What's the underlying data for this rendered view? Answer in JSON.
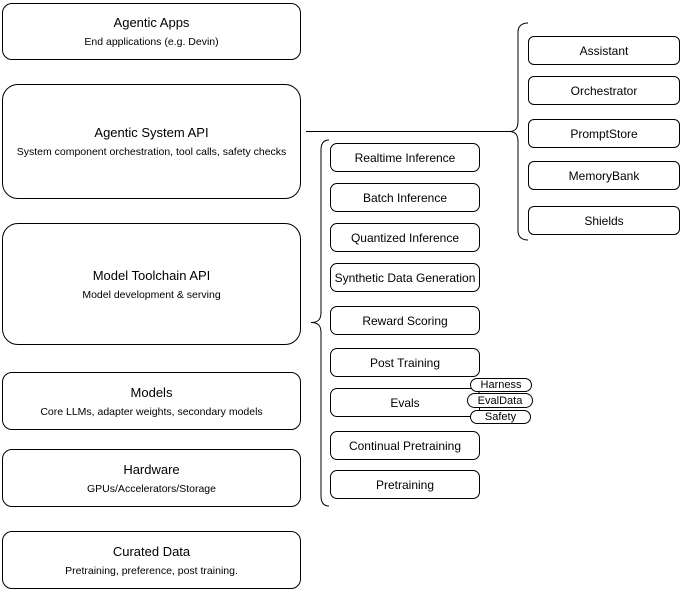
{
  "left": [
    {
      "title": "Agentic Apps",
      "subtitle": "End applications (e.g. Devin)"
    },
    {
      "title": "Agentic System API",
      "subtitle": "System component orchestration, tool calls, safety checks"
    },
    {
      "title": "Model Toolchain API",
      "subtitle": "Model development & serving"
    },
    {
      "title": "Models",
      "subtitle": "Core LLMs, adapter weights, secondary models"
    },
    {
      "title": "Hardware",
      "subtitle": "GPUs/Accelerators/Storage"
    },
    {
      "title": "Curated Data",
      "subtitle": "Pretraining, preference, post training."
    }
  ],
  "toolchain_components": [
    "Realtime Inference",
    "Batch Inference",
    "Quantized Inference",
    "Synthetic Data Generation",
    "Reward Scoring",
    "Post Training",
    "Evals",
    "Continual Pretraining",
    "Pretraining"
  ],
  "eval_tags": [
    "Harness",
    "EvalData",
    "Safety"
  ],
  "agentic_components": [
    "Assistant",
    "Orchestrator",
    "PromptStore",
    "MemoryBank",
    "Shields"
  ],
  "colors": {
    "stroke": "#000000",
    "background": "#ffffff",
    "text": "#000000"
  }
}
